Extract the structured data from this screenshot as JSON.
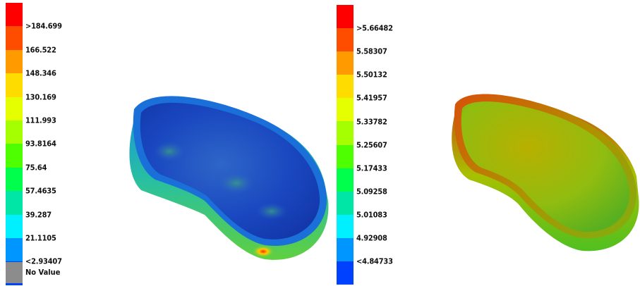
{
  "left_legend": {
    "labels": [
      ">184.699",
      "166.522",
      "148.346",
      "130.169",
      "111.993",
      "93.8164",
      "75.64",
      "57.4635",
      "39.287",
      "21.1105",
      "<2.93407"
    ],
    "colors": [
      "#ff0000",
      "#ff4d00",
      "#ff9a00",
      "#ffdc00",
      "#e5ff00",
      "#a6ff00",
      "#4dff00",
      "#00ff4d",
      "#00e6a6",
      "#00f0ff",
      "#0096ff",
      "#0040ff"
    ],
    "no_value_label": "No Value",
    "no_value_color": "#8c8c8c"
  },
  "right_legend": {
    "labels": [
      ">5.66482",
      "5.58307",
      "5.50132",
      "5.41957",
      "5.33782",
      "5.25607",
      "5.17433",
      "5.09258",
      "5.01083",
      "4.92908",
      "<4.84733"
    ],
    "colors": [
      "#ff0000",
      "#ff4d00",
      "#ff9a00",
      "#ffdc00",
      "#e5ff00",
      "#a6ff00",
      "#4dff00",
      "#00ff4d",
      "#00e6a6",
      "#00f0ff",
      "#0096ff",
      "#0040ff"
    ]
  },
  "left_part": {
    "description_color": "#1a4fd0"
  },
  "right_part": {
    "description_color": "#a2c000"
  }
}
